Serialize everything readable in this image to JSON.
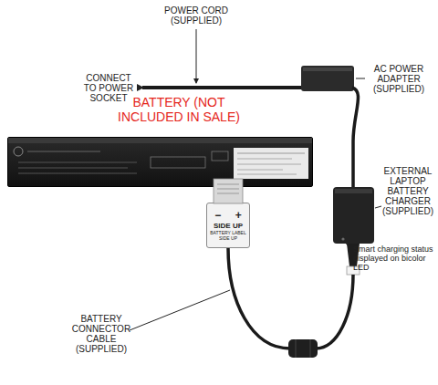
{
  "diagram": {
    "nodes": [
      {
        "text": [
          "BATTERY (NOT INCLUDED IN SALE)"
        ]
      },
      {
        "text": [
          "− +",
          "SIDE UP",
          "BATTERY LABEL SIDE UP"
        ]
      }
    ],
    "labels": [
      "POWER CORD (SUPPLIED)",
      "CONNECT TO POWER SOCKET",
      "AC POWER ADAPTER (SUPPLIED)",
      "EXTERNAL LAPTOP BATTERY CHARGER (SUPPLIED)",
      "Smart charging status displayed on bicolor LED",
      "BATTERY CONNECTOR CABLE (SUPPLIED)"
    ]
  }
}
